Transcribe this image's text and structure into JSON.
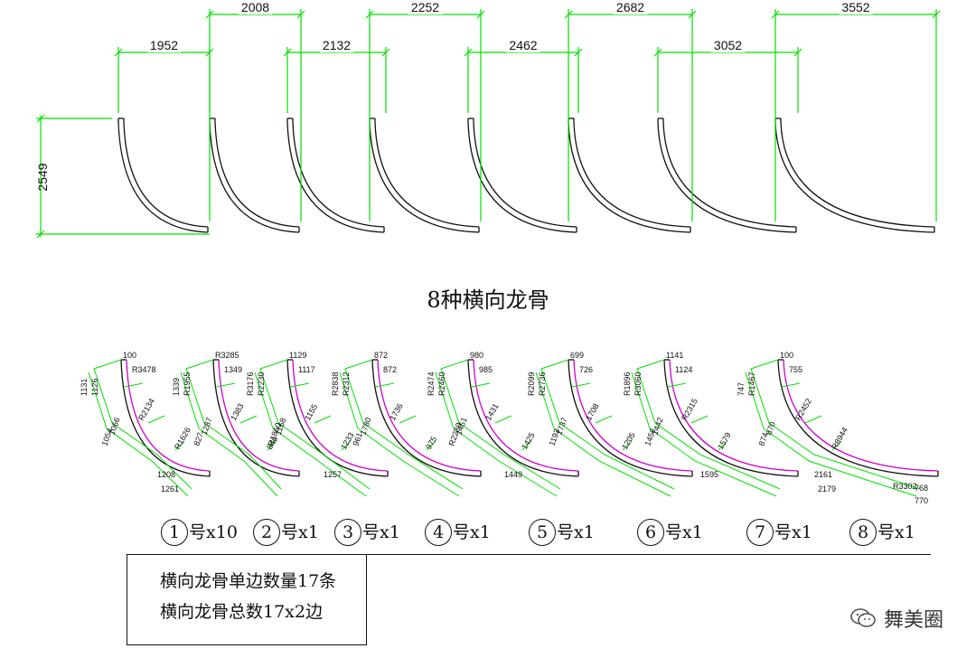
{
  "title": "8种横向龙骨",
  "height_dimension": "2549",
  "top_dimensions": [
    "1952",
    "2008",
    "2132",
    "2252",
    "2462",
    "2682",
    "3052",
    "3552"
  ],
  "parts": [
    {
      "label": "1号",
      "qty": "x10",
      "dims": [
        "100",
        "R3478",
        "1131",
        "1126",
        "R2134",
        "1066",
        "1054",
        "R1626",
        "1208",
        "1261"
      ]
    },
    {
      "label": "2号",
      "qty": "x1",
      "dims": [
        "R3285",
        "1349",
        "1339",
        "R1955",
        "1383",
        "1287",
        "827",
        "846"
      ]
    },
    {
      "label": "3号",
      "qty": "x1",
      "dims": [
        "1129",
        "1117",
        "R3176",
        "R2230",
        "1155",
        "1168",
        "R1860",
        "1233",
        "1257"
      ]
    },
    {
      "label": "4号",
      "qty": "x1",
      "dims": [
        "872",
        "872",
        "R2838",
        "R2312",
        "1736",
        "1780",
        "961",
        "975"
      ]
    },
    {
      "label": "5号",
      "qty": "x1",
      "dims": [
        "980",
        "985",
        "R2474",
        "R2460",
        "1431",
        "1451",
        "R2289",
        "1425",
        "1449"
      ]
    },
    {
      "label": "6号",
      "qty": "x1",
      "dims": [
        "699",
        "726",
        "R2099",
        "R2736",
        "1708",
        "1737",
        "1193",
        "1205"
      ]
    },
    {
      "label": "7号",
      "qty": "x1",
      "dims": [
        "1141",
        "1124",
        "R1896",
        "R3060",
        "R2315",
        "1442",
        "1456",
        "1579",
        "1595"
      ]
    },
    {
      "label": "8号",
      "qty": "x1",
      "dims": [
        "100",
        "755",
        "747",
        "R1467",
        "R2452",
        "870",
        "874",
        "R8944",
        "2161",
        "2179",
        "R3302",
        "768",
        "770"
      ]
    }
  ],
  "summary": [
    "横向龙骨单边数量17条",
    "横向龙骨总数17x2边"
  ],
  "brand": "舞美圈",
  "colors": {
    "dimension": "#00e000",
    "arc": "#111111",
    "highlight": "#d000d0"
  }
}
